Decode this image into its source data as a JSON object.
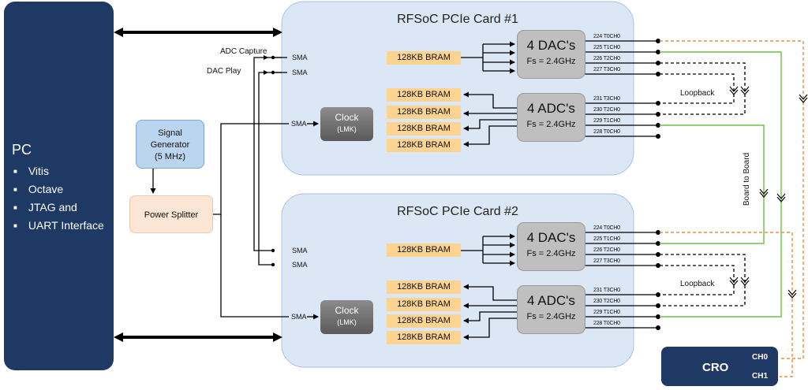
{
  "pc": {
    "title": "PC",
    "items": [
      "Vitis",
      "Octave",
      "JTAG and",
      "UART Interface"
    ]
  },
  "signal_generator": {
    "line1": "Signal",
    "line2": "Generator",
    "line3": "(5 MHz)"
  },
  "power_splitter": {
    "label": "Power Splitter"
  },
  "labels": {
    "adc_capture": "ADC Capture",
    "dac_play": "DAC   Play",
    "loopback": "Loopback",
    "board_to_board": "Board to Board",
    "sma": "SMA"
  },
  "cards": [
    {
      "title": "RFSoC PCIe Card #1",
      "bram_label": "128KB BRAM",
      "dac": {
        "title": "4 DAC's",
        "fs": "Fs = 2.4GHz"
      },
      "adc": {
        "title": "4 ADC's",
        "fs": "Fs = 2.4GHz"
      },
      "clock": {
        "title": "Clock",
        "sub": "(LMK)"
      },
      "dac_channels": [
        "224 T0CH0",
        "225 T1CH0",
        "226 T2CH0",
        "227 T3CH0"
      ],
      "adc_channels": [
        "231 T3CH0",
        "230 T2CH0",
        "229 T1CH0",
        "228 T0CH0"
      ]
    },
    {
      "title": "RFSoC PCIe Card #2",
      "bram_label": "128KB BRAM",
      "dac": {
        "title": "4 DAC's",
        "fs": "Fs = 2.4GHz"
      },
      "adc": {
        "title": "4 ADC's",
        "fs": "Fs = 2.4GHz"
      },
      "clock": {
        "title": "Clock",
        "sub": "(LMK)"
      },
      "dac_channels": [
        "224 T0CH0",
        "225 T1CH0",
        "226 T2CH0",
        "227 T3CH0"
      ],
      "adc_channels": [
        "231 T3CH0",
        "230 T2CH0",
        "229 T1CH0",
        "228 T0CH0"
      ]
    }
  ],
  "cro": {
    "title": "CRO",
    "ch0": "CH0",
    "ch1": "CH1"
  },
  "colors": {
    "pc_fill": "#1e3a64",
    "card_fill": "#dce7f6",
    "bram_fill": "#fcd391",
    "converter_fill": "#bfbfbf",
    "green_link": "#6cc24a",
    "orange_link": "#f08a3c"
  }
}
